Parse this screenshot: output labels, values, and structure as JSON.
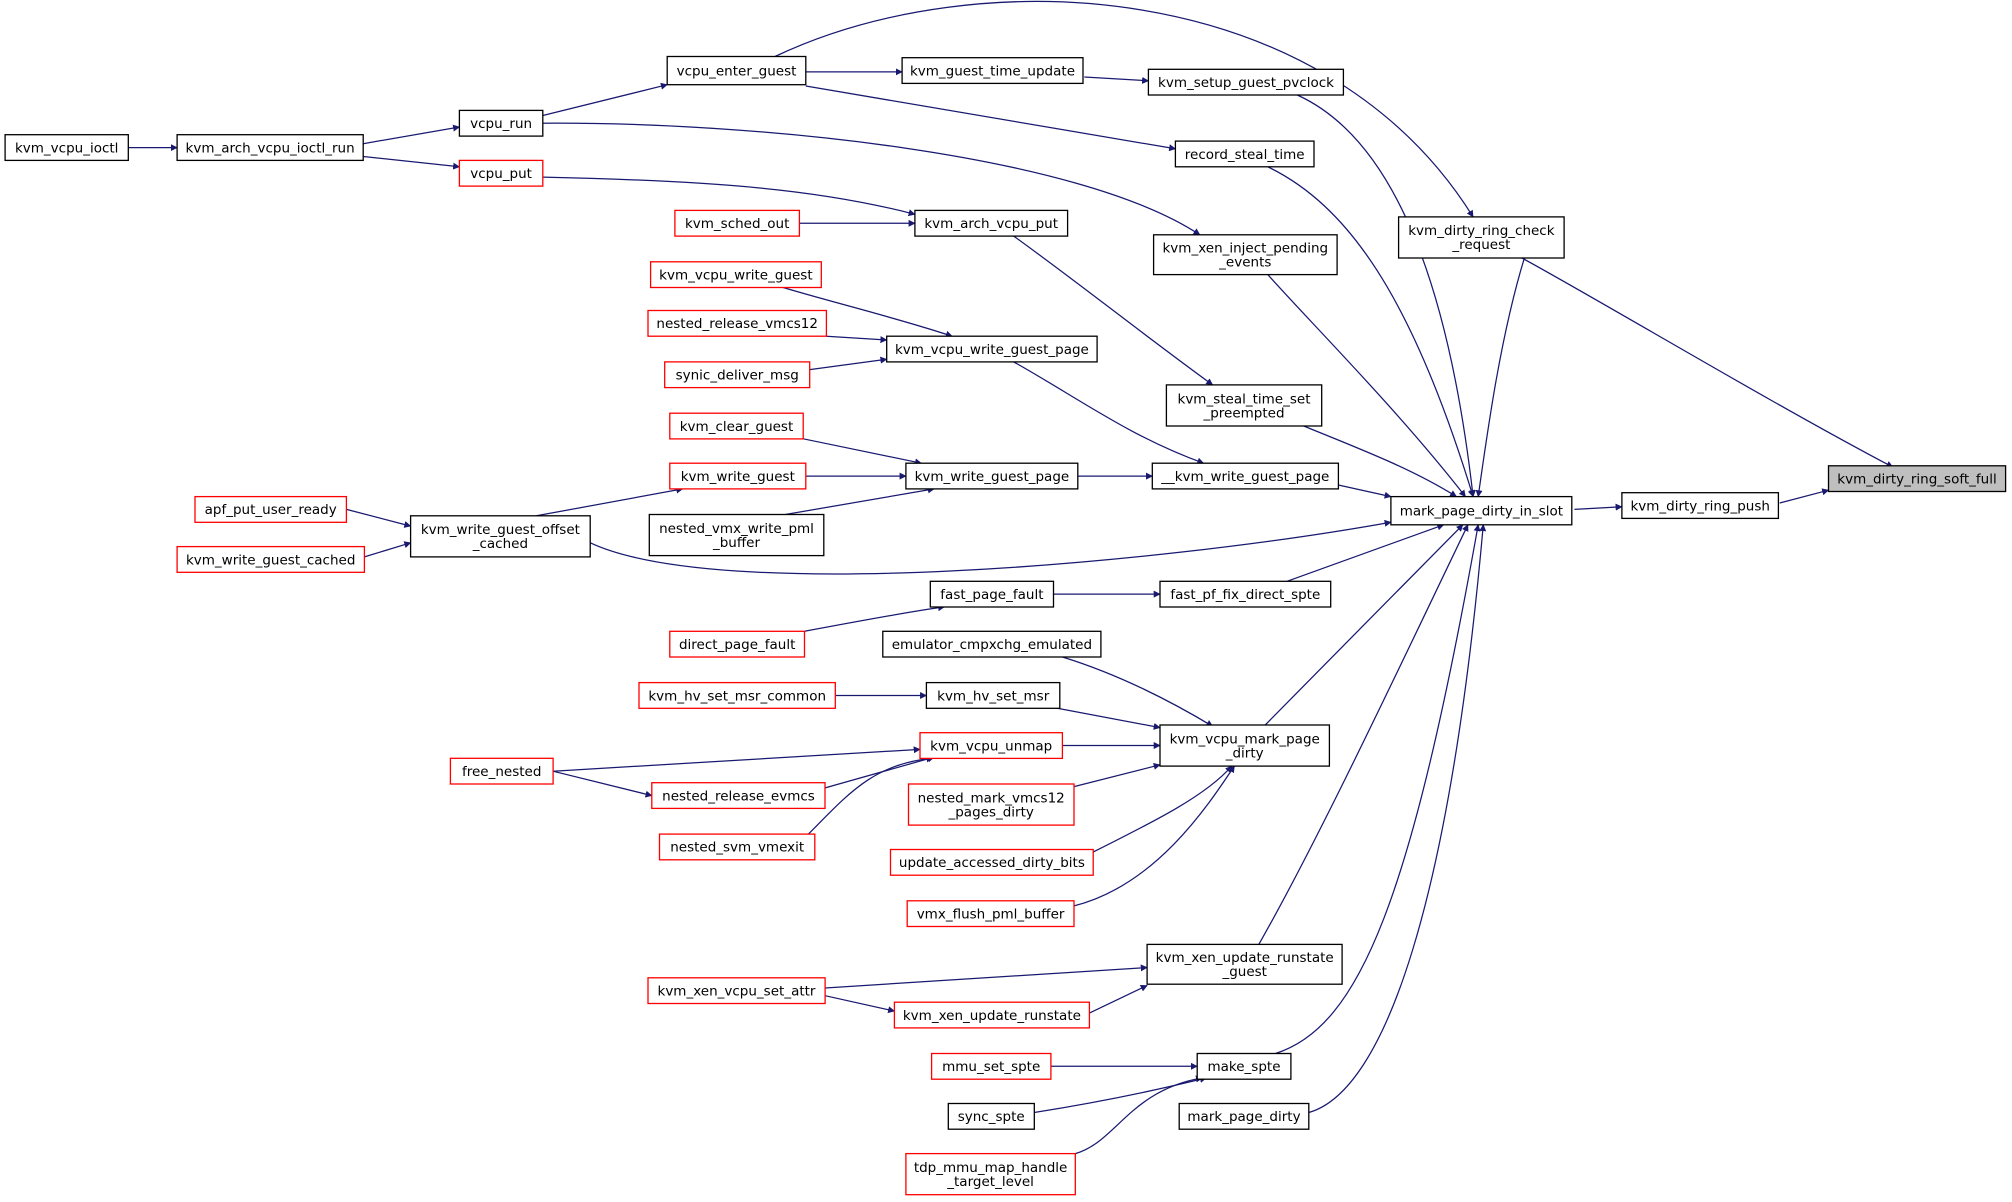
{
  "colors": {
    "edge": "#191970",
    "border_normal": "#000000",
    "border_truncated": "#ff0000",
    "root_fill": "#bfbfbf"
  },
  "nodes": {
    "kvm_dirty_ring_soft_full": "kvm_dirty_ring_soft_full",
    "kvm_dirty_ring_push": "kvm_dirty_ring_push",
    "mark_page_dirty_in_slot": "mark_page_dirty_in_slot",
    "kvm_dirty_ring_check_request": [
      "kvm_dirty_ring_check",
      "_request"
    ],
    "vcpu_enter_guest": "vcpu_enter_guest",
    "vcpu_run": "vcpu_run",
    "kvm_arch_vcpu_ioctl_run": "kvm_arch_vcpu_ioctl_run",
    "kvm_vcpu_ioctl": "kvm_vcpu_ioctl",
    "kvm_guest_time_update": "kvm_guest_time_update",
    "kvm_setup_guest_pvclock": "kvm_setup_guest_pvclock",
    "record_steal_time": "record_steal_time",
    "vcpu_put": "vcpu_put",
    "kvm_sched_out": "kvm_sched_out",
    "kvm_arch_vcpu_put": "kvm_arch_vcpu_put",
    "kvm_xen_inject_pending_events": [
      "kvm_xen_inject_pending",
      "_events"
    ],
    "kvm_vcpu_write_guest": "kvm_vcpu_write_guest",
    "nested_release_vmcs12": "nested_release_vmcs12",
    "synic_deliver_msg": "synic_deliver_msg",
    "kvm_vcpu_write_guest_page": "kvm_vcpu_write_guest_page",
    "kvm_steal_time_set_preempted": [
      "kvm_steal_time_set",
      "_preempted"
    ],
    "kvm_clear_guest": "kvm_clear_guest",
    "kvm_write_guest": "kvm_write_guest",
    "nested_vmx_write_pml_buffer": [
      "nested_vmx_write_pml",
      "_buffer"
    ],
    "kvm_write_guest_page": "kvm_write_guest_page",
    "__kvm_write_guest_page": "__kvm_write_guest_page",
    "apf_put_user_ready": "apf_put_user_ready",
    "kvm_write_guest_cached": "kvm_write_guest_cached",
    "kvm_write_guest_offset_cached": [
      "kvm_write_guest_offset",
      "_cached"
    ],
    "fast_page_fault": "fast_page_fault",
    "direct_page_fault": "direct_page_fault",
    "fast_pf_fix_direct_spte": "fast_pf_fix_direct_spte",
    "emulator_cmpxchg_emulated": "emulator_cmpxchg_emulated",
    "kvm_hv_set_msr_common": "kvm_hv_set_msr_common",
    "kvm_hv_set_msr": "kvm_hv_set_msr",
    "kvm_vcpu_unmap": "kvm_vcpu_unmap",
    "free_nested": "free_nested",
    "nested_release_evmcs": "nested_release_evmcs",
    "nested_svm_vmexit": "nested_svm_vmexit",
    "nested_mark_vmcs12_pages_dirty": [
      "nested_mark_vmcs12",
      "_pages_dirty"
    ],
    "update_accessed_dirty_bits": "update_accessed_dirty_bits",
    "vmx_flush_pml_buffer": "vmx_flush_pml_buffer",
    "kvm_vcpu_mark_page_dirty": [
      "kvm_vcpu_mark_page",
      "_dirty"
    ],
    "kvm_xen_update_runstate_guest": [
      "kvm_xen_update_runstate",
      "_guest"
    ],
    "kvm_xen_vcpu_set_attr": "kvm_xen_vcpu_set_attr",
    "kvm_xen_update_runstate": "kvm_xen_update_runstate",
    "make_spte": "make_spte",
    "mmu_set_spte": "mmu_set_spte",
    "sync_spte": "sync_spte",
    "tdp_mmu_map_handle_target_level": [
      "tdp_mmu_map_handle",
      "_target_level"
    ],
    "mark_page_dirty": "mark_page_dirty"
  }
}
